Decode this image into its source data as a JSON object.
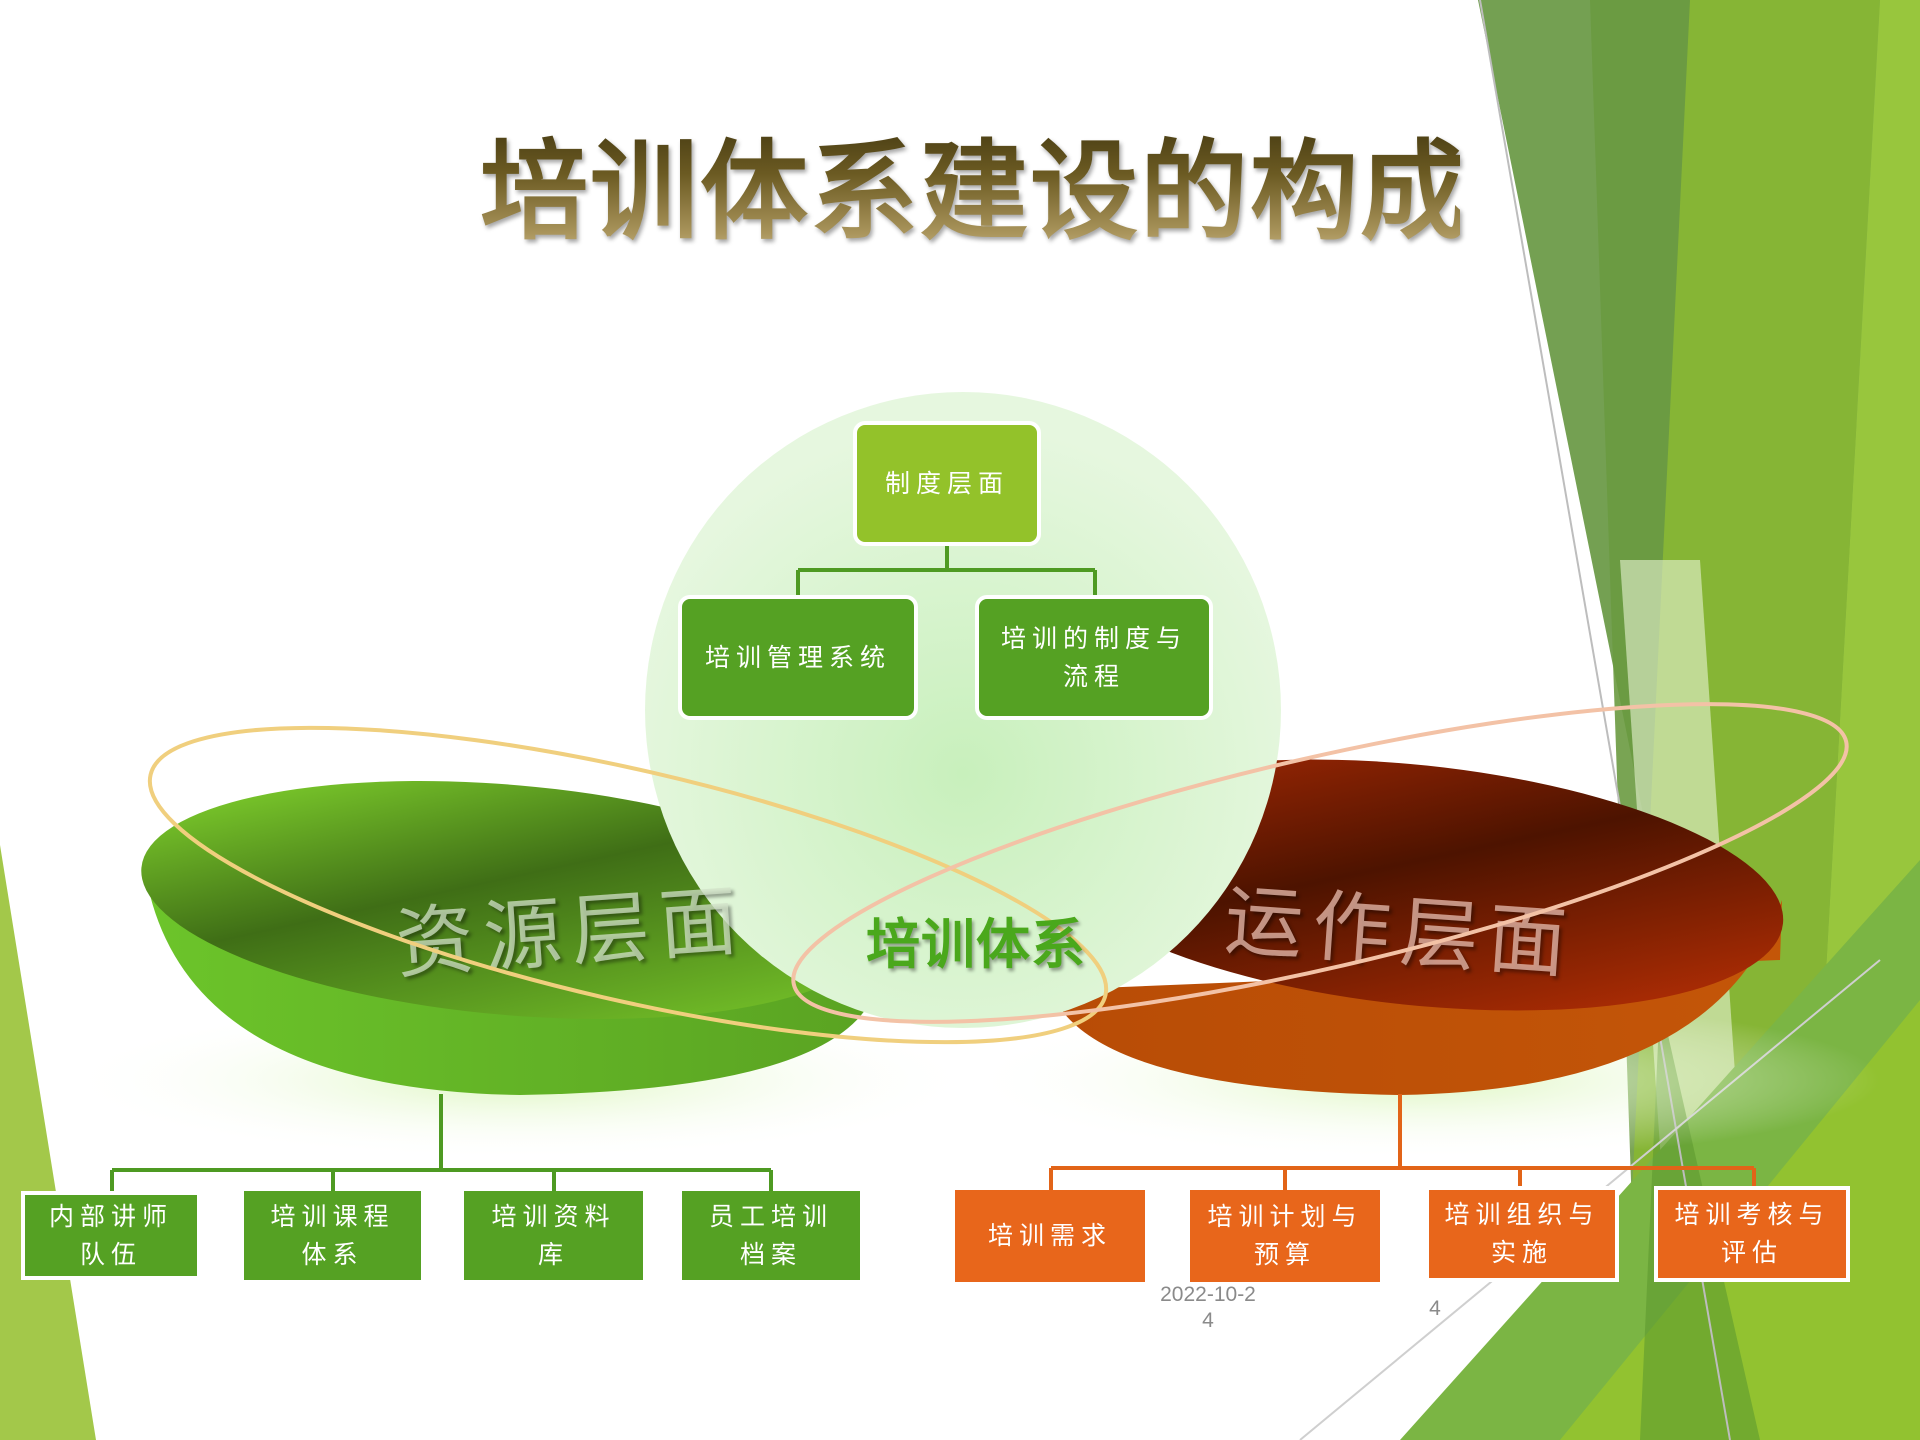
{
  "slide": {
    "title": "培训体系建设的构成",
    "center_label": "培训体系",
    "colors": {
      "title_dark": "#4a3e14",
      "title_light": "#c9b785",
      "green_light": "#93c22a",
      "green_dark": "#55a123",
      "orange": "#e8661b",
      "circle_fill": "#d4f2cc",
      "ellipse_left": "#f0cf7e",
      "ellipse_right": "#f3c2a6"
    }
  },
  "institution": {
    "root": "制度层面",
    "children": [
      "培训管理系统",
      "培训的制度与流程"
    ]
  },
  "resource": {
    "label": "资源层面",
    "children": [
      "内部讲师队伍",
      "培训课程体系",
      "培训资料库",
      "员工培训档案"
    ]
  },
  "operation": {
    "label": "运作层面",
    "children": [
      "培训需求",
      "培训计划与预算",
      "培训组织与实施",
      "培训考核与评估"
    ]
  },
  "footer": {
    "date": "2022-10-24",
    "page_number": "4"
  }
}
